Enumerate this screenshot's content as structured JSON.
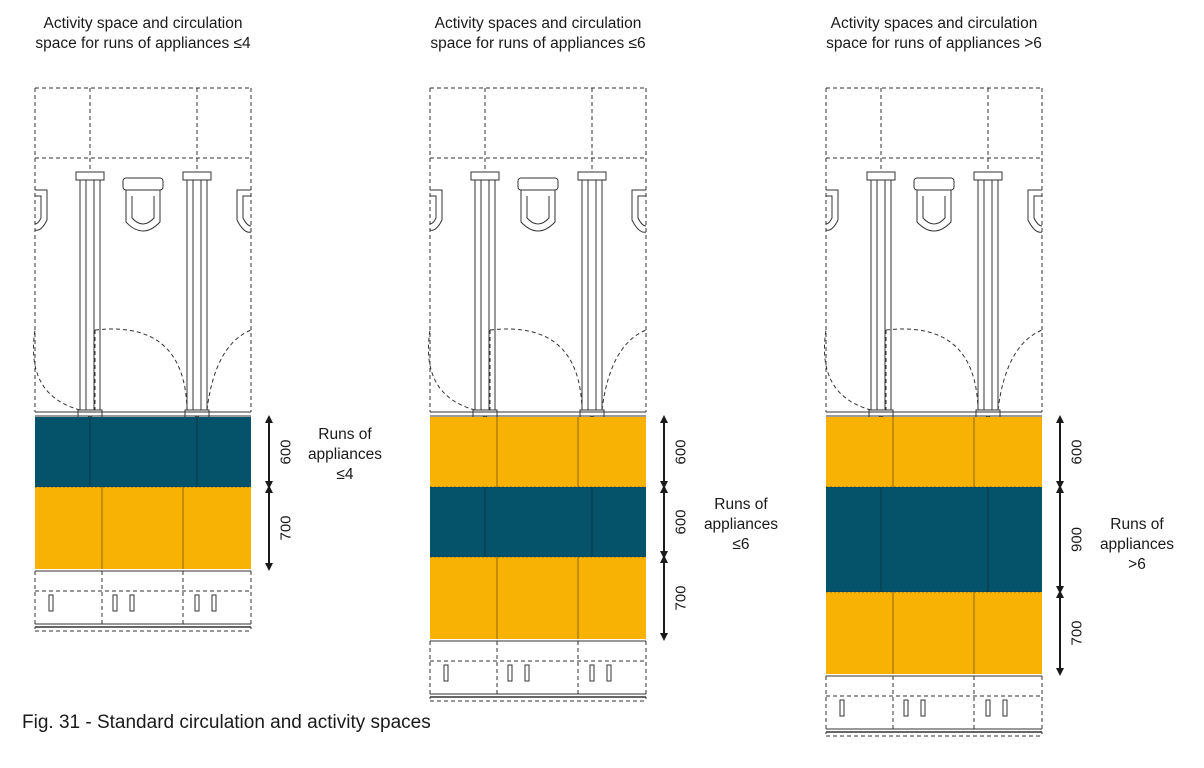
{
  "colors": {
    "teal": "#04536a",
    "amber": "#f7b203",
    "line": "#333333"
  },
  "panels": [
    {
      "title": "Activity space and circulation\nspace for runs of appliances ≤4",
      "runs_label": "Runs of\nappliances\n≤4",
      "bands": [
        {
          "dimension": "600",
          "fill": "teal"
        },
        {
          "dimension": "700",
          "fill": "amber"
        }
      ]
    },
    {
      "title": "Activity spaces and circulation\nspace for runs of appliances ≤6",
      "runs_label": "Runs of\nappliances\n≤6",
      "bands": [
        {
          "dimension": "600",
          "fill": "amber"
        },
        {
          "dimension": "600",
          "fill": "teal"
        },
        {
          "dimension": "700",
          "fill": "amber"
        }
      ]
    },
    {
      "title": "Activity spaces and circulation\nspace for runs of appliances >6",
      "runs_label": "Runs of\nappliances\n>6",
      "bands": [
        {
          "dimension": "600",
          "fill": "amber"
        },
        {
          "dimension": "900",
          "fill": "teal"
        },
        {
          "dimension": "700",
          "fill": "amber"
        }
      ]
    }
  ],
  "caption": "Fig. 31 - Standard circulation and activity spaces"
}
